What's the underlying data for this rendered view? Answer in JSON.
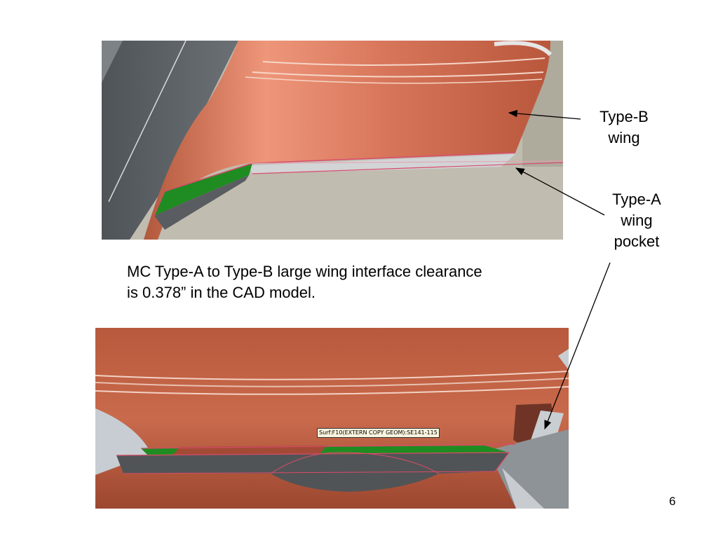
{
  "callouts": {
    "type_b": [
      "Type-B",
      "wing"
    ],
    "type_a": [
      "Type-A",
      "wing",
      "pocket"
    ]
  },
  "caption": [
    "MC Type-A to Type-B large wing interface clearance",
    "is 0.378” in the CAD model."
  ],
  "cad_tooltip": "Surf:F10(EXTERN COPY GEOM):SE141-115",
  "page_number": "6",
  "colors": {
    "copper": "#c9684a",
    "copper_highlight": "#ec9478",
    "shadow_gray": "#5b5f63",
    "background_beige": "#c0bcaf",
    "pocket_green": "#1f8c22",
    "edge_pink": "#d94b6a"
  }
}
